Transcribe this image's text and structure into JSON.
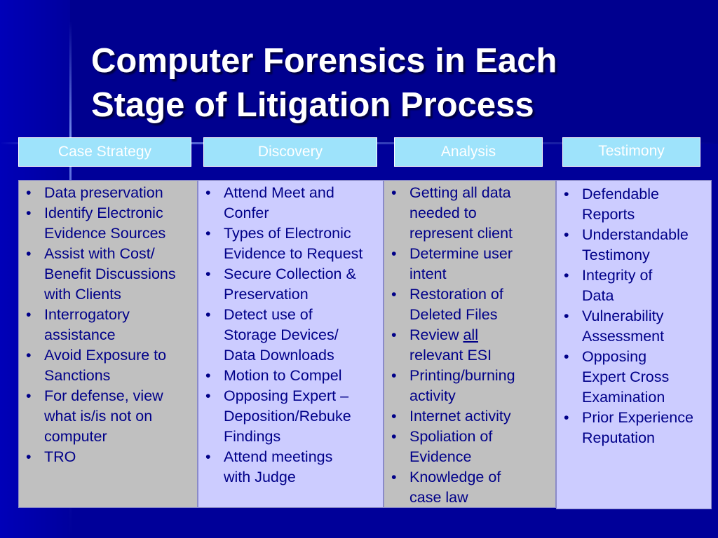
{
  "slide": {
    "title_line1": "Computer Forensics in Each",
    "title_line2": "Stage of Litigation Process"
  },
  "columns": [
    {
      "header": "Case Strategy",
      "items": [
        [
          "Data preservation"
        ],
        [
          "Identify Electronic",
          "Evidence Sources"
        ],
        [
          "Assist with Cost/",
          "Benefit Discussions",
          "with Clients"
        ],
        [
          "Interrogatory",
          "assistance"
        ],
        [
          "Avoid Exposure to",
          "Sanctions"
        ],
        [
          "For defense, view",
          "what is/is not on",
          "computer"
        ],
        [
          "TRO"
        ]
      ]
    },
    {
      "header": "Discovery",
      "items": [
        [
          "Attend Meet and",
          "Confer"
        ],
        [
          "Types of Electronic",
          "Evidence to Request"
        ],
        [
          "Secure Collection &",
          "Preservation"
        ],
        [
          "Detect use of",
          "Storage Devices/",
          "Data Downloads"
        ],
        [
          "Motion to Compel"
        ],
        [
          "Opposing Expert –",
          "Deposition/Rebuke",
          "Findings"
        ],
        [
          "Attend meetings",
          "with Judge"
        ]
      ]
    },
    {
      "header": "Analysis",
      "items": [
        [
          "Getting all data",
          "needed to",
          "represent client"
        ],
        [
          "Determine user",
          "intent"
        ],
        [
          "Restoration of",
          "Deleted Files"
        ],
        [
          "Review all",
          "relevant ESI"
        ],
        [
          "Printing/burning",
          "activity"
        ],
        [
          "Internet activity"
        ],
        [
          "Spoliation of",
          "Evidence"
        ],
        [
          "Knowledge of",
          "case law"
        ]
      ]
    },
    {
      "header": "Testimony",
      "items": [
        [
          "Defendable",
          "Reports"
        ],
        [
          "Understandable",
          "Testimony"
        ],
        [
          "Integrity of",
          "Data"
        ],
        [
          "Vulnerability",
          "Assessment"
        ],
        [
          "Opposing",
          "Expert Cross",
          "Examination"
        ],
        [
          "Prior Experience",
          "Reputation"
        ]
      ]
    }
  ],
  "colors": {
    "background": "#000099",
    "header_fill": "#9ee3fb",
    "column_gray": "#c0c0c0",
    "column_lavender": "#ccccff",
    "body_text": "#000088"
  }
}
